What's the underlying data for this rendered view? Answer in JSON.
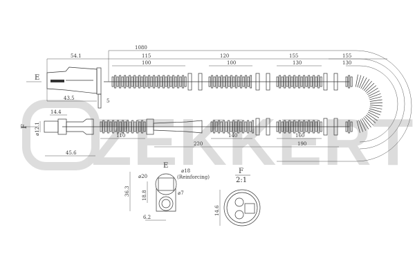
{
  "watermark": {
    "brand": "ZEKKERT"
  },
  "drawing": {
    "top_dims": {
      "total": "1080",
      "connector_len": "54.1",
      "seg1": "115",
      "seg1_inner": "100",
      "seg2": "120",
      "seg2_inner": "100",
      "seg3": "155",
      "seg3_inner": "130",
      "seg4": "155",
      "seg4_inner": "130"
    },
    "left_dims": {
      "d43_5": "43.5",
      "d5": "5",
      "d14_4": "14.4",
      "dia12_1": "⌀12.1",
      "d45_6": "45.6"
    },
    "bottom_dims": {
      "d110": "110",
      "d220": "220",
      "d140": "140",
      "d160": "160",
      "d190": "190"
    },
    "view_markers": {
      "e": "E",
      "f": "F"
    },
    "detail_e": {
      "title": "E",
      "dia20": "⌀20",
      "dia18": "⌀18",
      "reinforcing": "(Reinforcing)",
      "dia7": "⌀7",
      "h36_3": "36.3",
      "h18_8": "18.8",
      "w6_2": "6.2"
    },
    "detail_f": {
      "title": "F",
      "scale": "2:1",
      "h14_6": "14.6"
    }
  }
}
